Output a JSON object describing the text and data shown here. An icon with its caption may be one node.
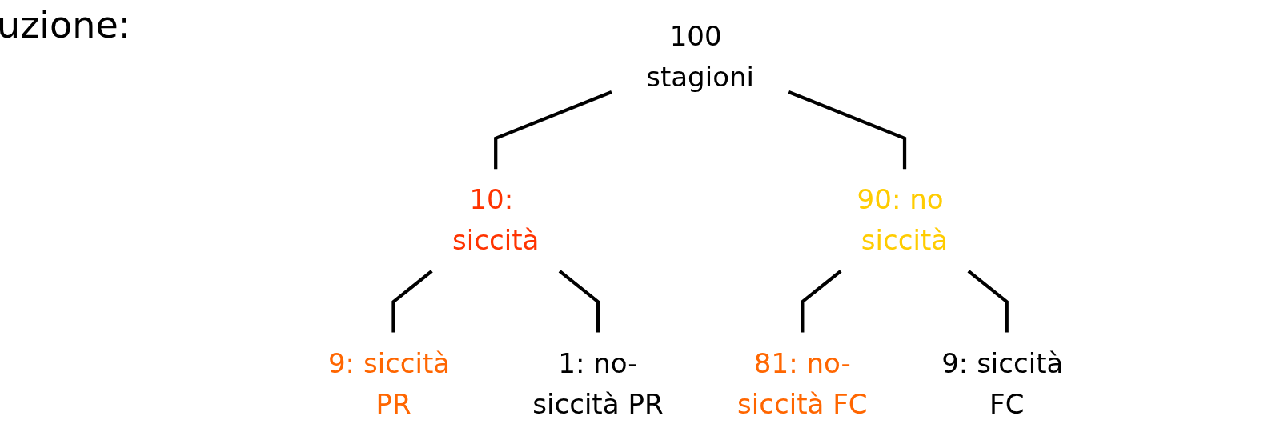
{
  "diagram": {
    "nodes": [
      {
        "text": [
          "100 stagioni"
        ]
      },
      {
        "text": [
          "10: siccità"
        ]
      },
      {
        "text": [
          "90: no siccità"
        ]
      },
      {
        "text": [
          "9: siccità PR"
        ]
      },
      {
        "text": [
          "1: no-siccità PR"
        ]
      },
      {
        "text": [
          "81: no-siccità FC"
        ]
      },
      {
        "text": [
          "9: siccità FC"
        ]
      }
    ],
    "edges": [
      {
        "from": 0,
        "to": 1,
        "arrow": "none"
      },
      {
        "from": 0,
        "to": 2,
        "arrow": "none"
      },
      {
        "from": 1,
        "to": 3,
        "arrow": "none"
      },
      {
        "from": 1,
        "to": 4,
        "arrow": "none"
      },
      {
        "from": 2,
        "to": 5,
        "arrow": "none"
      },
      {
        "from": 2,
        "to": 6,
        "arrow": "none"
      }
    ],
    "labels": [
      "uzione:"
    ]
  }
}
